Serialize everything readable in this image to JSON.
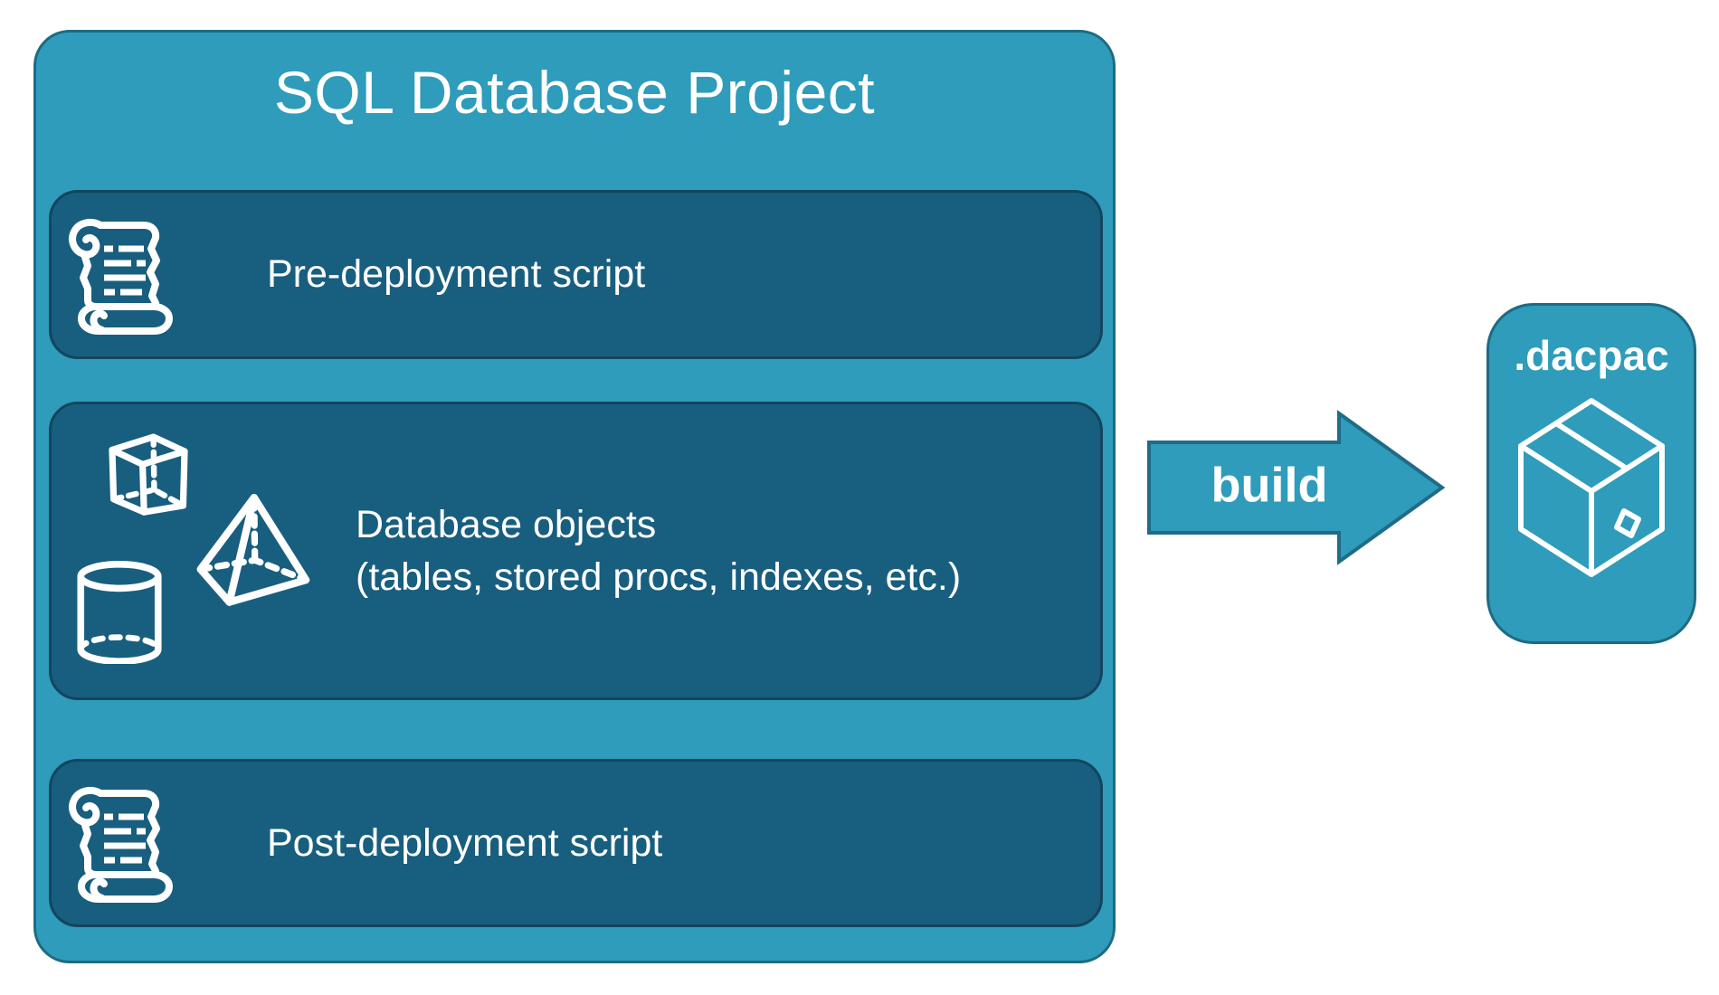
{
  "diagram": {
    "title": "SQL Database Project",
    "panels": [
      {
        "label": "Pre-deployment script",
        "icon": "scroll-icon"
      },
      {
        "label_line1": "Database objects",
        "label_line2": "(tables, stored procs, indexes, etc.)",
        "icons": [
          "cube-icon",
          "pyramid-icon",
          "cylinder-icon"
        ]
      },
      {
        "label": "Post-deployment script",
        "icon": "scroll-icon"
      }
    ],
    "arrow_label": "build",
    "output": {
      "label": ".dacpac",
      "icon": "package-icon"
    }
  },
  "colors": {
    "outer_box_fill": "#2E9CBA",
    "outer_box_border": "#1C6B83",
    "panel_fill": "#185E7F",
    "panel_border": "#12455F",
    "arrow_fill": "#2E9CBA",
    "arrow_border": "#1F6B88",
    "icon_and_text": "#FFFFFF",
    "page_background": "#FFFFFF"
  }
}
